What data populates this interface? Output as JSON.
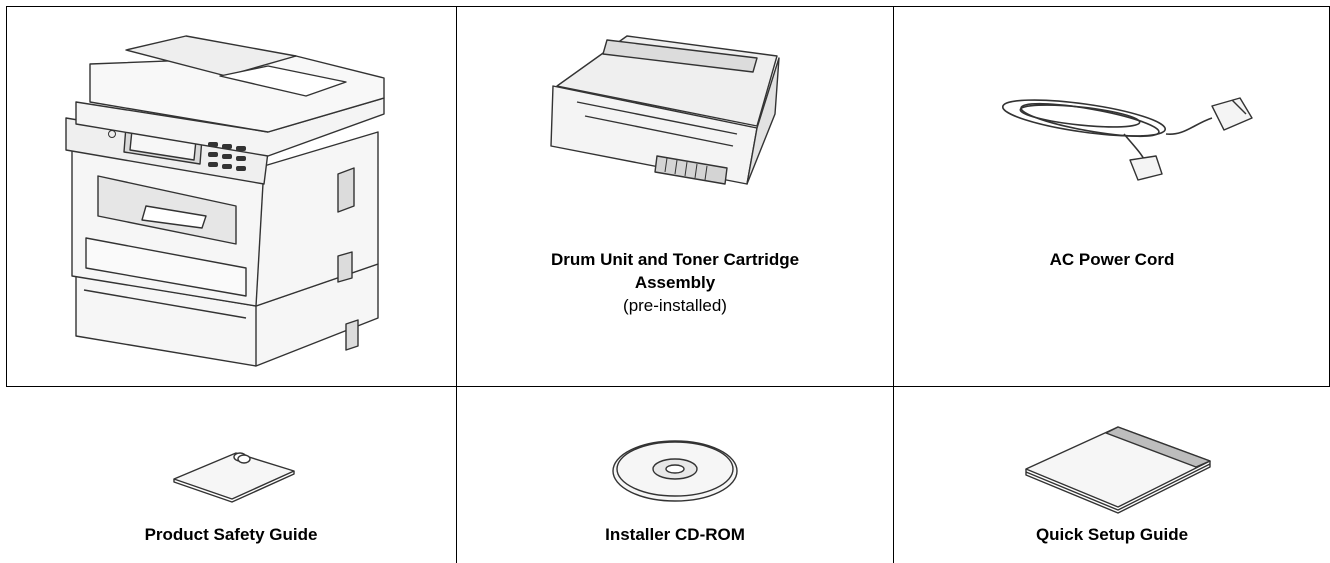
{
  "items": [
    {
      "name": "Printer",
      "caption": "",
      "note": ""
    },
    {
      "name": "Drum Unit",
      "caption": "Drum Unit and Toner Cartridge Assembly",
      "note": "(pre-installed)"
    },
    {
      "name": "Power Cord",
      "caption": "AC Power Cord",
      "note": ""
    },
    {
      "name": "Safety Guide",
      "caption": "Product Safety Guide",
      "note": ""
    },
    {
      "name": "CD",
      "caption": "Installer CD-ROM",
      "note": ""
    },
    {
      "name": "Setup Guide",
      "caption": "Quick Setup Guide",
      "note": ""
    }
  ],
  "colors": {
    "line": "#000000",
    "drawing": "#333333",
    "fill_light": "#f2f2f2",
    "fill_mid": "#cfcfcf"
  }
}
